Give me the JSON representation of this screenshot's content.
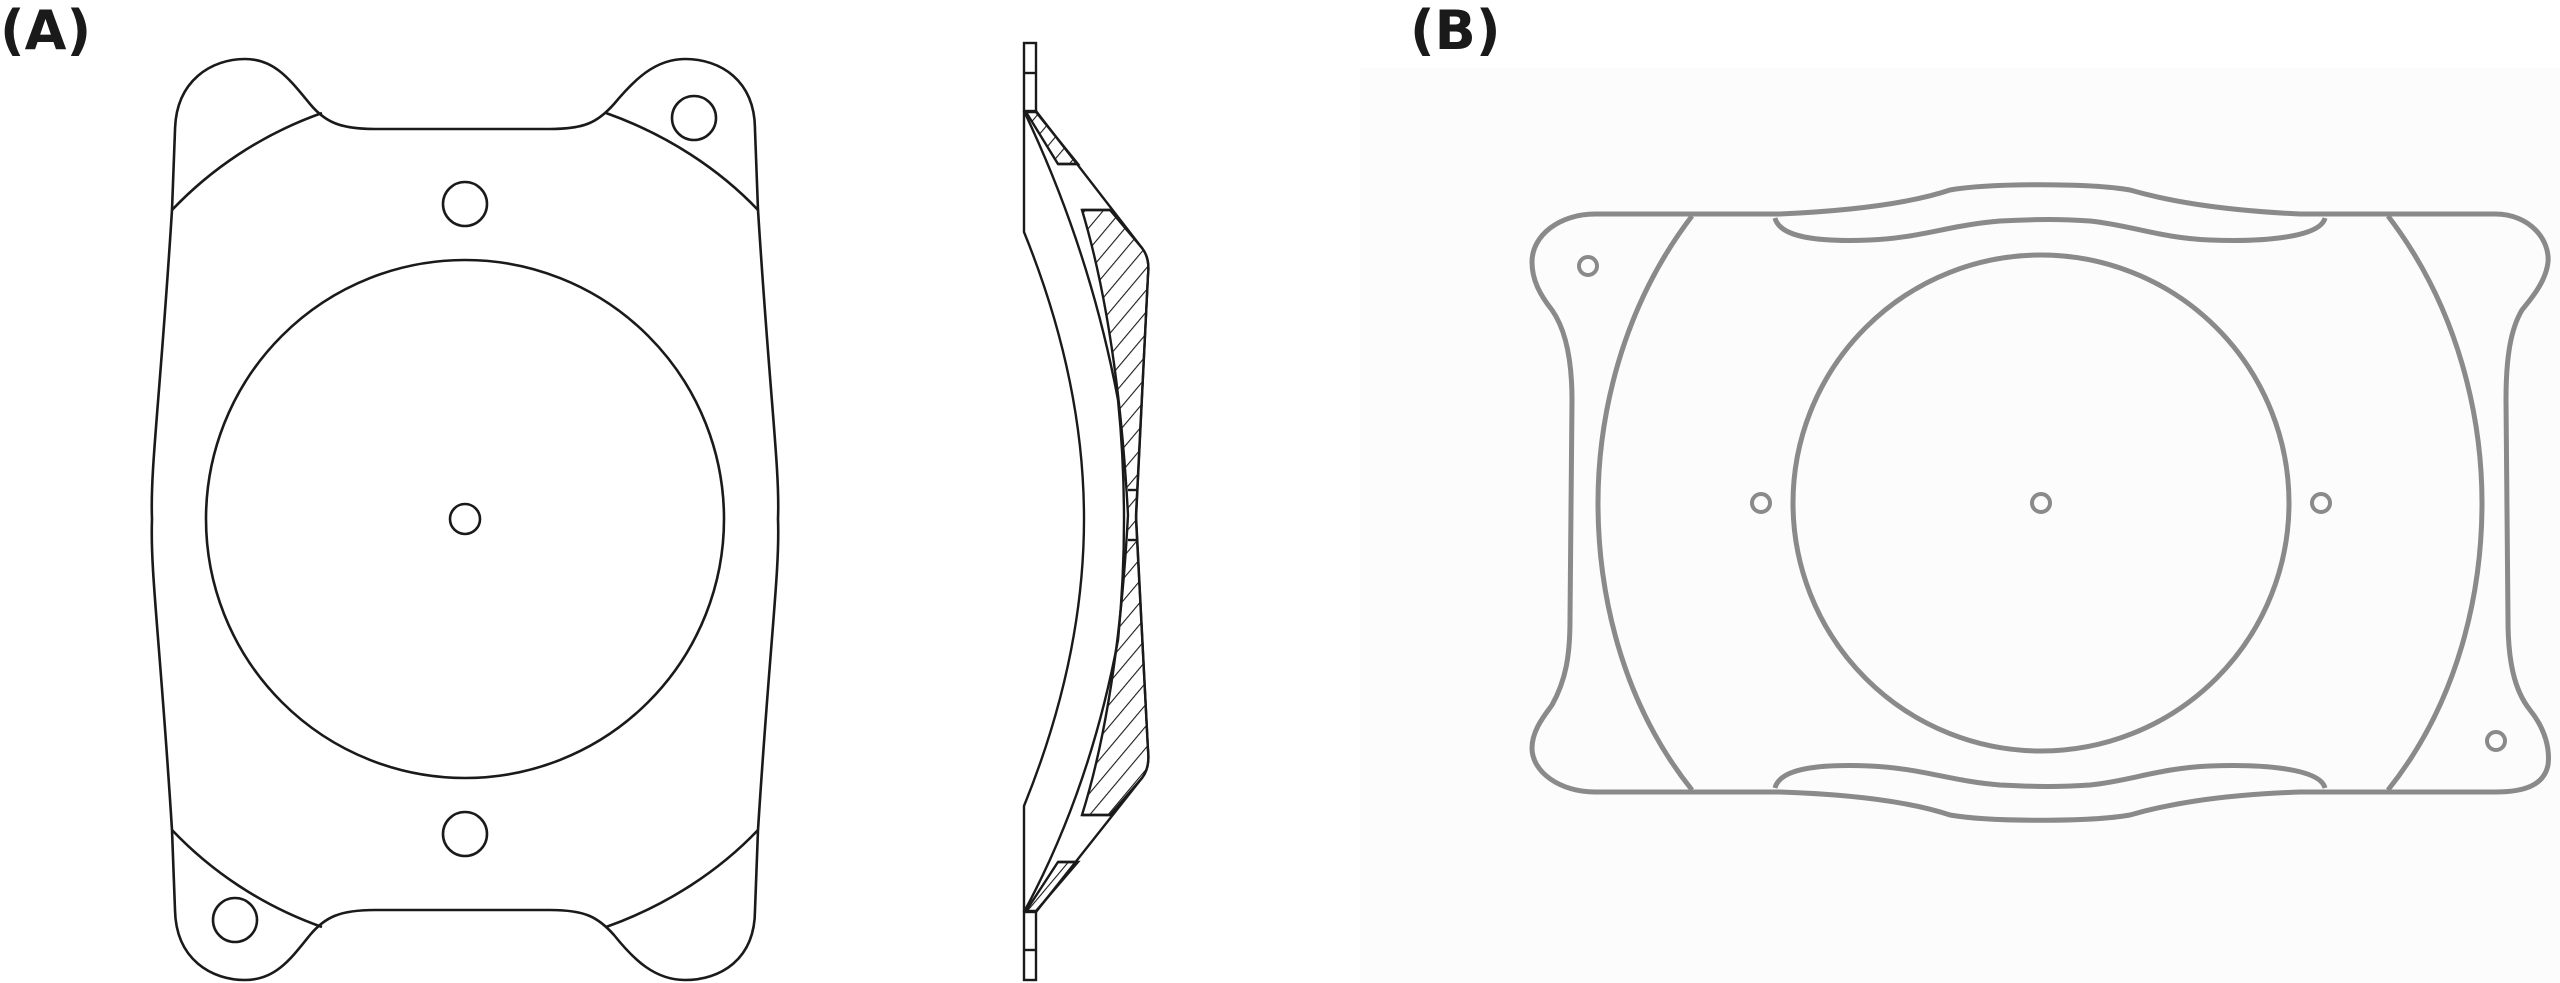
{
  "figure": {
    "panels": [
      {
        "id": "A",
        "label": "(A)",
        "description": "Line drawing of plate-haptic lens: front view with central optic, four positioning holes and central hole; side cross-section profile with hatched region"
      },
      {
        "id": "B",
        "label": "(B)",
        "description": "Gray outline drawing of lens rotated horizontally: central optic with center hole, two side holes, two corner holes, wavy top and bottom edges"
      }
    ],
    "colors": {
      "panel_a_stroke": "#1a1a1a",
      "panel_b_stroke": "#8a8a8a",
      "panel_b_background": "#fcfcfc",
      "label_color": "#1a1a1a"
    }
  }
}
